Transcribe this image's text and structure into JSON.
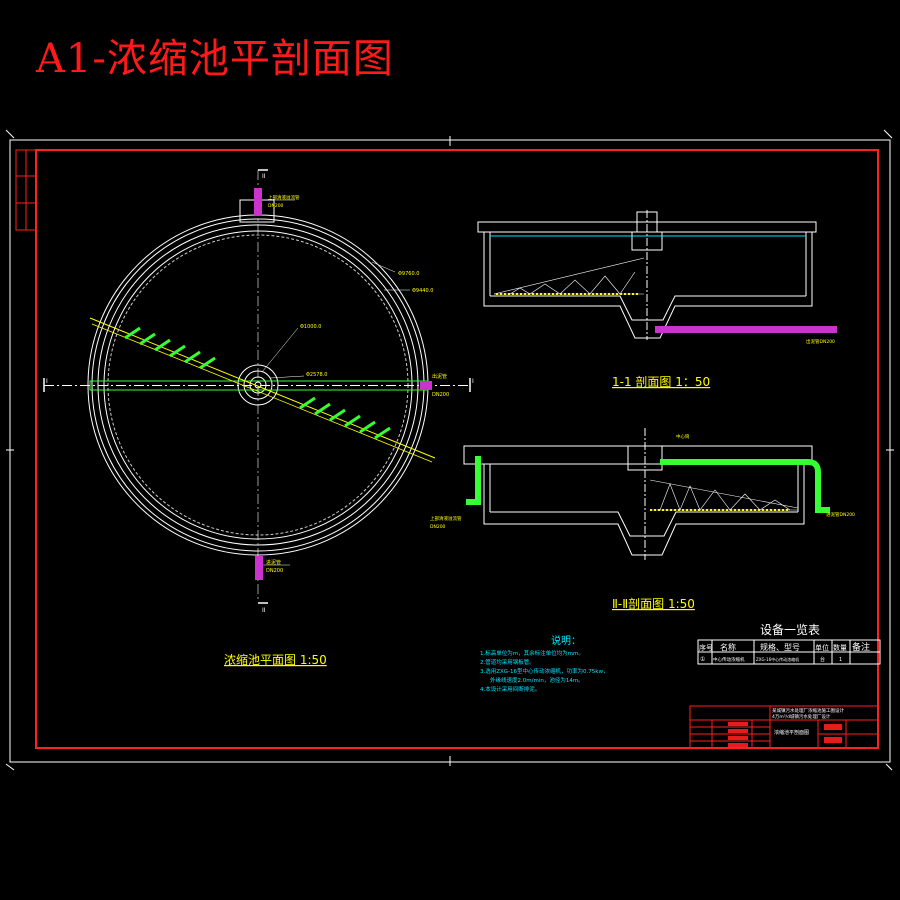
{
  "title": "A1-浓缩池平剖面图",
  "plan": {
    "caption": "浓缩池平面图 1:50",
    "dim_outer": "Φ9760.0",
    "dim_wall": "Φ9440.0",
    "dim_bridge": "Φ1000.0",
    "dim_center": "Φ2578.0",
    "inlet_pipe_label": "上部清液溢流管",
    "inlet_pipe_size": "DN200",
    "right_pipe_label": "出泥管",
    "right_pipe_size": "DN200",
    "bottom_pipe_label": "进泥管",
    "bottom_pipe_size": "DN200",
    "section_mark_1": "I",
    "section_mark_2": "II"
  },
  "section1": {
    "caption": "1-1 剖面图 1：50",
    "pipe_label": "出泥管DN200"
  },
  "section2": {
    "caption": "Ⅱ-Ⅱ剖面图 1:50",
    "left_pipe_label": "上部清液溢流管",
    "left_pipe_size": "DN200",
    "right_pipe_label": "进泥管DN200",
    "top_label": "中心筒"
  },
  "notes": {
    "title": "说明：",
    "lines": [
      "1.标高单位为m，其余标注单位均为mm。",
      "2.管道均采用钢板管。",
      "3.选用ZXG-16型中心传动浓缩机，功率为0.75kw，",
      "外缘线速度2.0m/min，池径为14m。",
      "4.本设计采用间断排泥。"
    ]
  },
  "equipment_table": {
    "title": "设备一览表",
    "headers": [
      "序号",
      "名称",
      "规格、型号",
      "单位",
      "数量",
      "备注"
    ],
    "rows": [
      [
        "①",
        "中心传动浓缩机",
        "ZXG-16中心传动浓缩机",
        "台",
        "1",
        ""
      ]
    ]
  },
  "title_block": {
    "project": "某城镇污水处理厂浓缩池施工图设计",
    "project2": "4万m³/d城镇污水处理厂设计",
    "drawing_name": "浓缩池平剖面图"
  }
}
